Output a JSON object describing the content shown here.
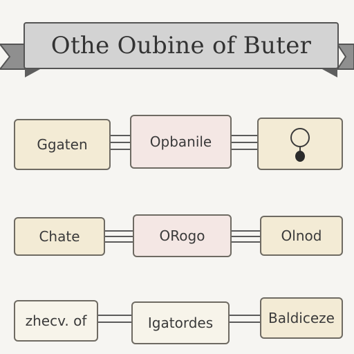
{
  "header": {
    "title": "Othe Oubine of Buter"
  },
  "rows": [
    [
      {
        "label": "Ggaten",
        "icon": ""
      },
      {
        "label": "Opbanile",
        "icon": ""
      },
      {
        "label": "",
        "icon": "lightbulb-icon"
      }
    ],
    [
      {
        "label": "Chate",
        "icon": ""
      },
      {
        "label": "ORogo",
        "icon": ""
      },
      {
        "label": "Olnod",
        "icon": ""
      }
    ],
    [
      {
        "label": "zhecv. of",
        "icon": ""
      },
      {
        "label": "Igatordes",
        "icon": ""
      },
      {
        "label": "Baldiceze",
        "icon": ""
      }
    ]
  ],
  "colors": {
    "banner_fill": "#d3d3d3",
    "banner_border": "#545454",
    "node_cream": "#f3ebd5",
    "node_pink": "#f4e7e4",
    "node_light": "#f7f4ea",
    "node_border": "#6e6a62",
    "connector": "#5a5a5a"
  }
}
